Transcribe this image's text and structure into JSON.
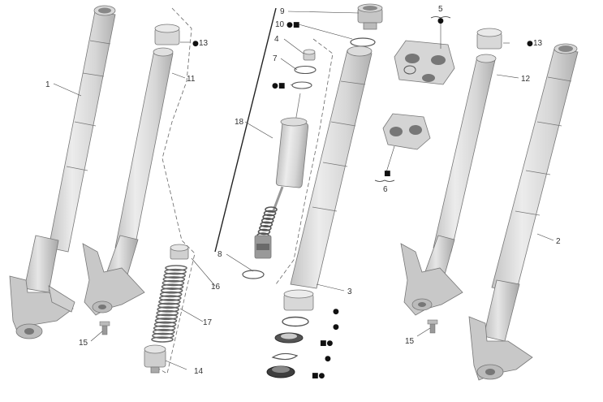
{
  "labels": {
    "l1": "1",
    "l2": "2",
    "l3": "3",
    "l4": "4",
    "l5": "5",
    "l6": "6",
    "l7": "7",
    "l8": "8",
    "l9": "9",
    "l10": "10",
    "l11": "11",
    "l12": "12",
    "l13a": "13",
    "l13b": "13",
    "l14": "14",
    "l15a": "15",
    "l15b": "15",
    "l16": "16",
    "l17": "17",
    "l18": "18"
  },
  "symbols": {
    "dot": "●",
    "square": "■",
    "square_dot": "■●",
    "dot_square": "●■"
  },
  "colors": {
    "tube_light": "#e2e2e2",
    "tube_mid": "#cfcfcf",
    "tube_dark": "#b8b8b8",
    "black_part": "#444444",
    "line": "#333333"
  }
}
